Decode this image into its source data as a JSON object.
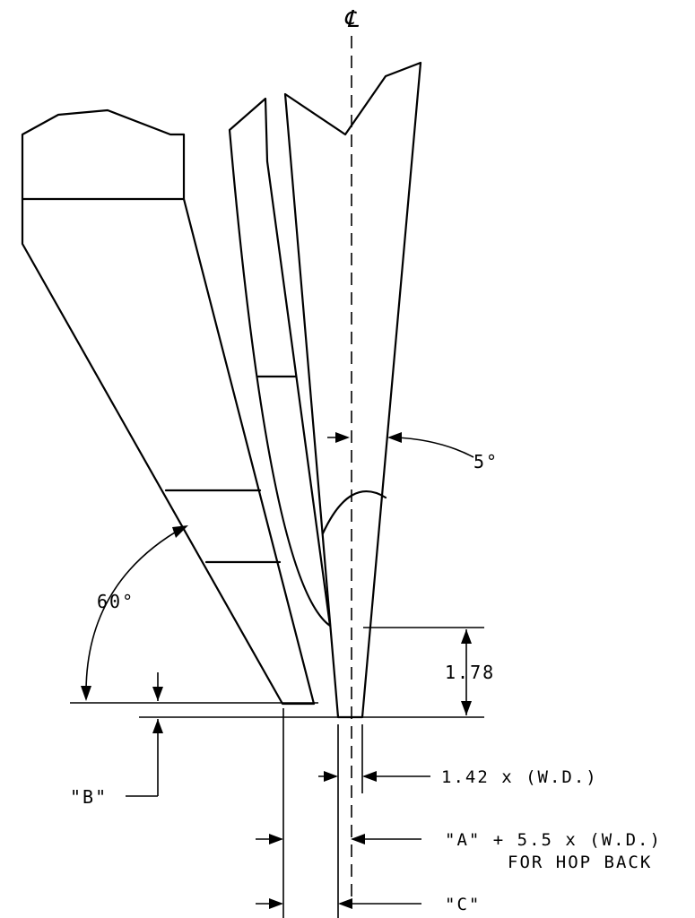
{
  "labels": {
    "centerline": "℄",
    "angle_5": "5°",
    "angle_60": "60°",
    "dim_178": "1.78",
    "dim_142": "1.42 x (W.D.)",
    "dim_a": "\"A\"  + 5.5 x (W.D.)",
    "dim_a_note": "FOR HOP BACK",
    "dim_b": "\"B\"",
    "dim_c": "\"C\""
  }
}
